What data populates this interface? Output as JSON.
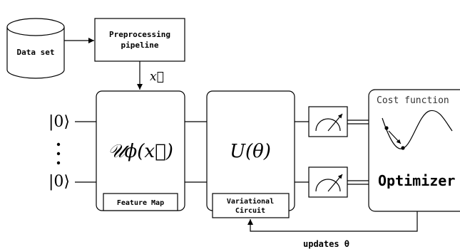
{
  "diagram": {
    "dataset_label": "Data set",
    "preprocessing_label_line1": "Preprocessing",
    "preprocessing_label_line2": "pipeline",
    "input_vector_label": "x⃗",
    "qubit_top_label": "|0⟩",
    "qubit_bottom_label": "|0⟩",
    "feature_map_gate_label": "𝒰ϕ(x⃗)",
    "feature_map_label": "Feature Map",
    "variational_gate_label": "U(θ)",
    "variational_label_line1": "Variational",
    "variational_label_line2": "Circuit",
    "cost_function_label": "Cost function",
    "optimizer_label": "Optimizer",
    "updates_label": "updates θ"
  }
}
